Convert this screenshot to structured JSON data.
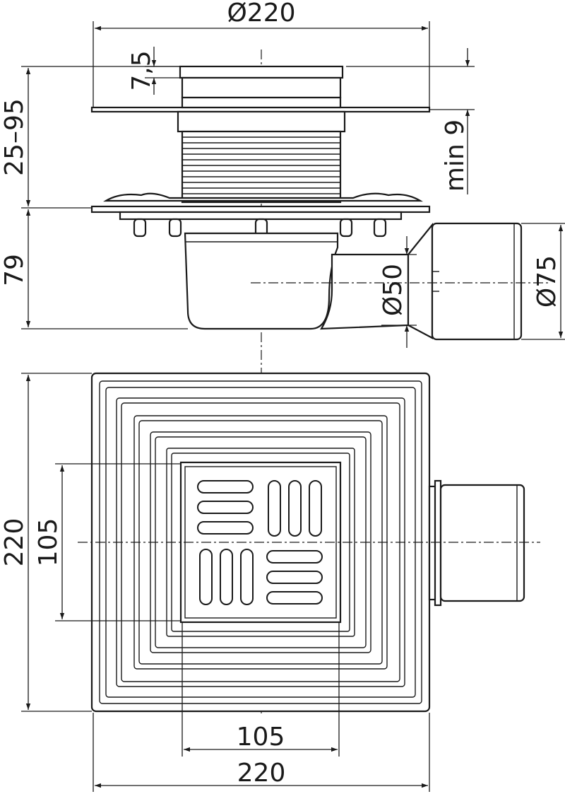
{
  "colors": {
    "line": "#1a1a1a",
    "background": "#ffffff"
  },
  "side_view": {
    "labels": {
      "overall_diameter": "Ø220",
      "collar_height": "7,5",
      "height_range": "25–95",
      "min_height": "min 9",
      "body_height": "79",
      "outlet_inner": "Ø50",
      "outlet_outer": "Ø75"
    }
  },
  "top_view": {
    "labels": {
      "grate_height": "105",
      "overall_height": "220",
      "grate_width": "105",
      "overall_width": "220"
    }
  }
}
